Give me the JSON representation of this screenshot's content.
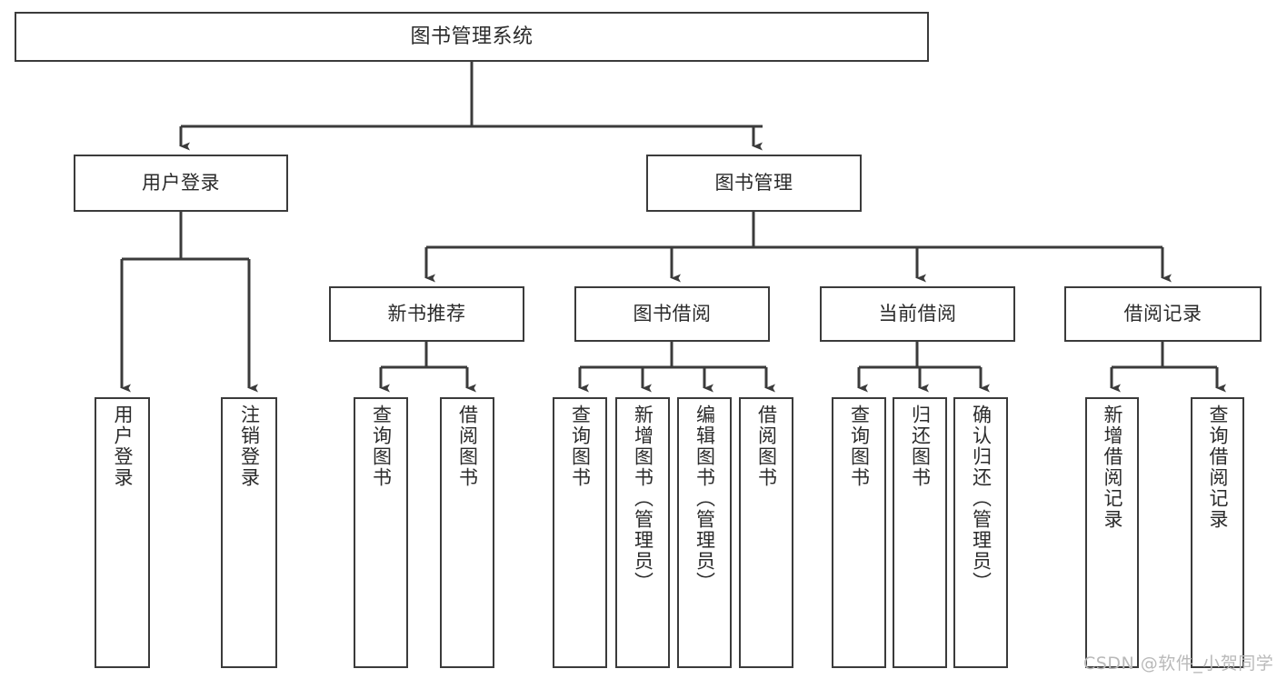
{
  "diagram": {
    "title": "图书管理系统",
    "type": "tree-hierarchy-chart",
    "edge_color": "#3b3b3b",
    "box_border_color": "#3b3b3b",
    "background_color": "#ffffff"
  },
  "nodes": {
    "root": {
      "label": "图书管理系统"
    },
    "level2": [
      {
        "label": "用户登录"
      },
      {
        "label": "图书管理"
      }
    ],
    "level3": [
      {
        "label": "新书推荐"
      },
      {
        "label": "图书借阅"
      },
      {
        "label": "当前借阅"
      },
      {
        "label": "借阅记录"
      }
    ],
    "leaves": {
      "user_login": [
        {
          "label": "用户登录"
        },
        {
          "label": "注销登录"
        }
      ],
      "new_book_recommend": [
        {
          "label": "查询图书"
        },
        {
          "label": "借阅图书"
        }
      ],
      "book_borrow": [
        {
          "label": "查询图书"
        },
        {
          "label": "新增图书（管理员）"
        },
        {
          "label": "编辑图书（管理员）"
        },
        {
          "label": "借阅图书"
        }
      ],
      "current_borrow": [
        {
          "label": "查询图书"
        },
        {
          "label": "归还图书"
        },
        {
          "label": "确认归还（管理员）"
        }
      ],
      "borrow_record": [
        {
          "label": "新增借阅记录"
        },
        {
          "label": "查询借阅记录"
        }
      ]
    }
  },
  "watermark": {
    "text": "CSDN @软件_小贺同学"
  }
}
